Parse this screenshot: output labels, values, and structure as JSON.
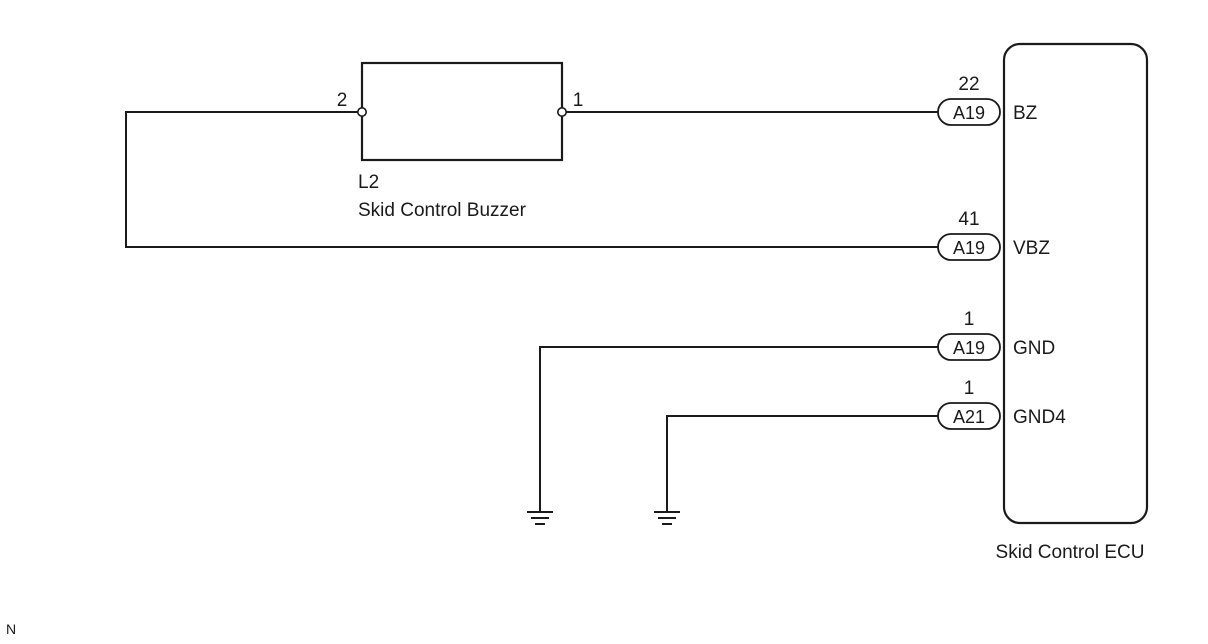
{
  "buzzer": {
    "code": "L2",
    "name": "Skid Control Buzzer",
    "pin_left": "2",
    "pin_right": "1"
  },
  "ecu": {
    "name": "Skid Control ECU"
  },
  "terminals": [
    {
      "pin": "22",
      "connector": "A19",
      "signal": "BZ"
    },
    {
      "pin": "41",
      "connector": "A19",
      "signal": "VBZ"
    },
    {
      "pin": "1",
      "connector": "A19",
      "signal": "GND"
    },
    {
      "pin": "1",
      "connector": "A21",
      "signal": "GND4"
    }
  ],
  "corner_mark": "N"
}
